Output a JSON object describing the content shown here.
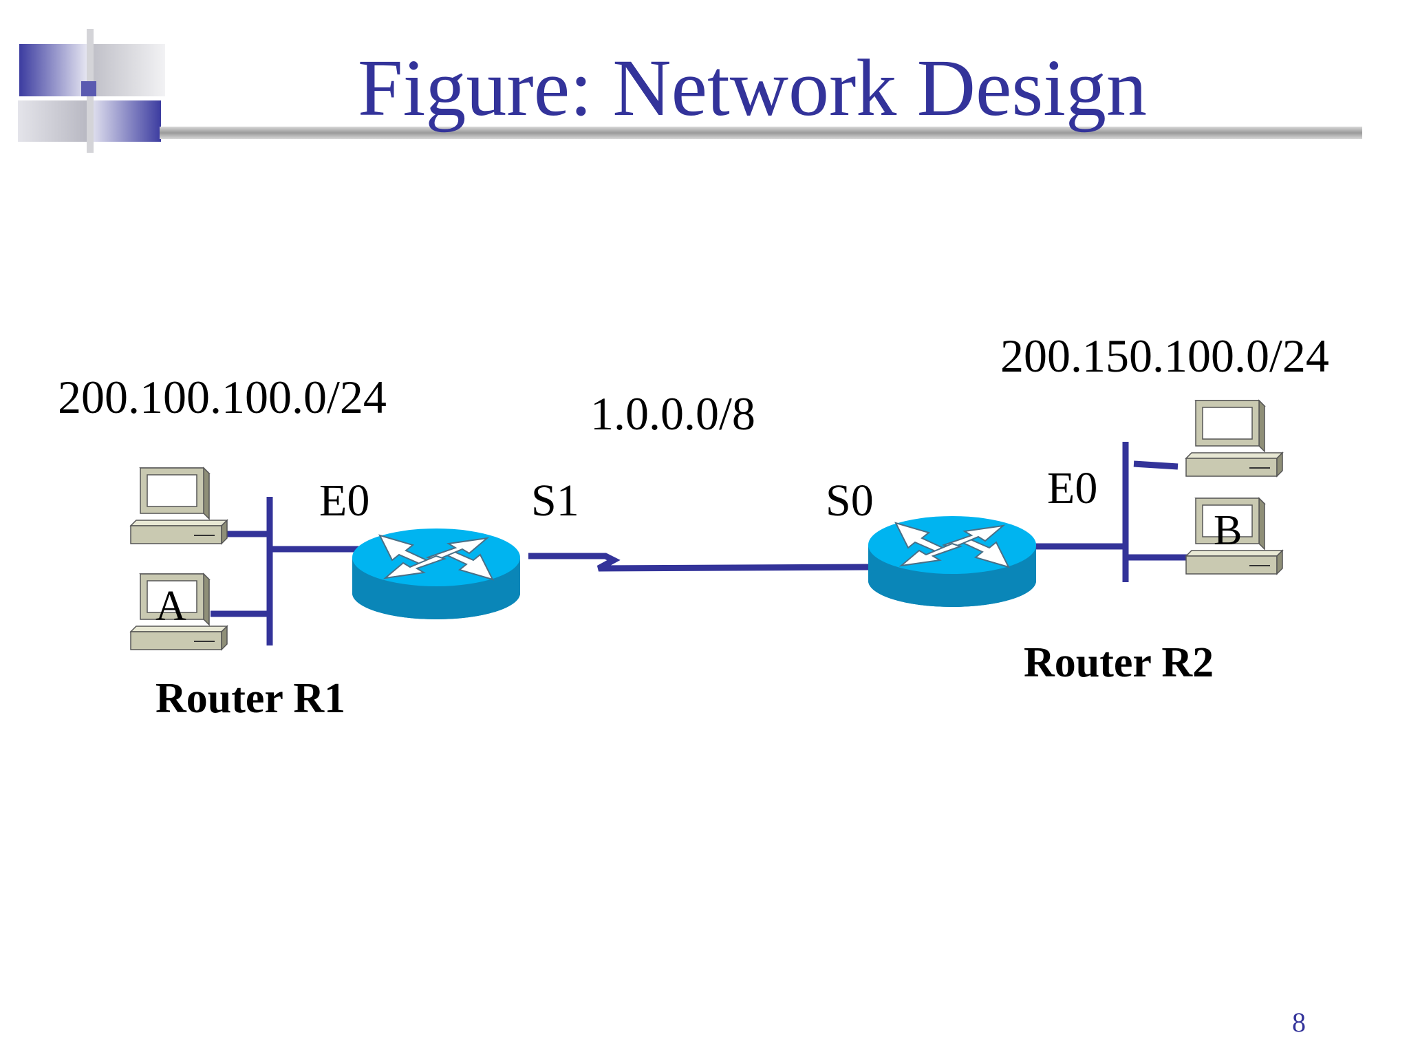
{
  "slide": {
    "title": "Figure: Network Design",
    "page_number": "8"
  },
  "networks": {
    "left_lan": "200.100.100.0/24",
    "wan": "1.0.0.0/8",
    "right_lan": "200.150.100.0/24"
  },
  "interfaces": {
    "r1_e0": "E0",
    "r1_s1": "S1",
    "r2_s0": "S0",
    "r2_e0": "E0"
  },
  "routers": {
    "r1_label": "Router  R1",
    "r2_label": "Router  R2"
  },
  "hosts": {
    "host_a": "A",
    "host_b": "B"
  },
  "colors": {
    "title": "#33339a",
    "link": "#333399",
    "router_top": "#00b4f0",
    "router_side": "#0a86b8",
    "pc_body": "#c9c9b1",
    "pc_shadow": "#8f8f78"
  }
}
